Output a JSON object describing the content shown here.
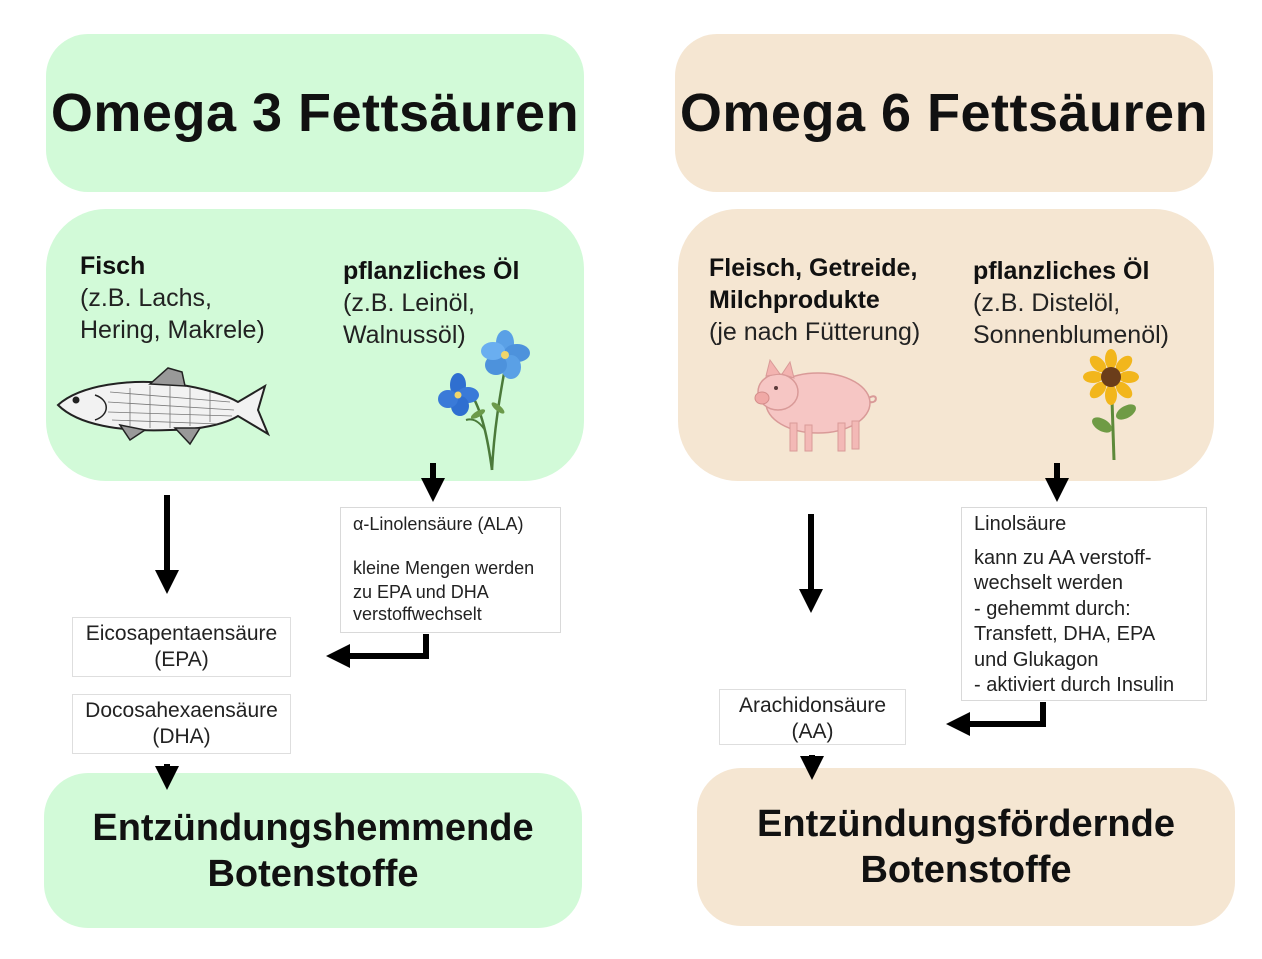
{
  "omega3": {
    "title": "Omega 3 Fettsäuren",
    "fish": {
      "heading": "Fisch",
      "line1": "(z.B. Lachs,",
      "line2": "Hering, Makrele)"
    },
    "oil": {
      "heading": "pflanzliches Öl",
      "line1": "(z.B. Leinöl,",
      "line2": "Walnussöl)"
    },
    "ala_note": {
      "line1": "α-Linolensäure (ALA)",
      "line2": "kleine Mengen werden",
      "line3": "zu EPA und DHA",
      "line4": "verstoffwechselt"
    },
    "epa": {
      "line1": "Eicosapentaensäure",
      "line2": "(EPA)"
    },
    "dha": {
      "line1": "Docosahexaensäure",
      "line2": "(DHA)"
    },
    "result": {
      "line1": "Entzündungshemmende",
      "line2": "Botenstoffe"
    }
  },
  "omega6": {
    "title": "Omega 6 Fettsäuren",
    "meat": {
      "heading1": "Fleisch, Getreide,",
      "heading2": "Milchprodukte",
      "line1": "(je nach Fütterung)"
    },
    "oil": {
      "heading": "pflanzliches Öl",
      "line1": "(z.B. Distelöl,",
      "line2": "Sonnenblumenöl)"
    },
    "la_note": {
      "line1": "Linolsäure",
      "line2": "kann zu AA verstoff-",
      "line3": "wechselt werden",
      "line4": "- gehemmt durch:",
      "line5": "Transfett, DHA, EPA",
      "line6": "und Glukagon",
      "line7": "- aktiviert durch Insulin"
    },
    "aa": {
      "line1": "Arachidonsäure",
      "line2": "(AA)"
    },
    "result": {
      "line1": "Entzündungsfördernde",
      "line2": "Botenstoffe"
    }
  },
  "colors": {
    "omega3_bg": "#d2fad8",
    "omega6_bg": "#f5e6d2"
  },
  "icons": [
    "fish-icon",
    "flax-flower-icon",
    "pig-icon",
    "sunflower-icon"
  ]
}
